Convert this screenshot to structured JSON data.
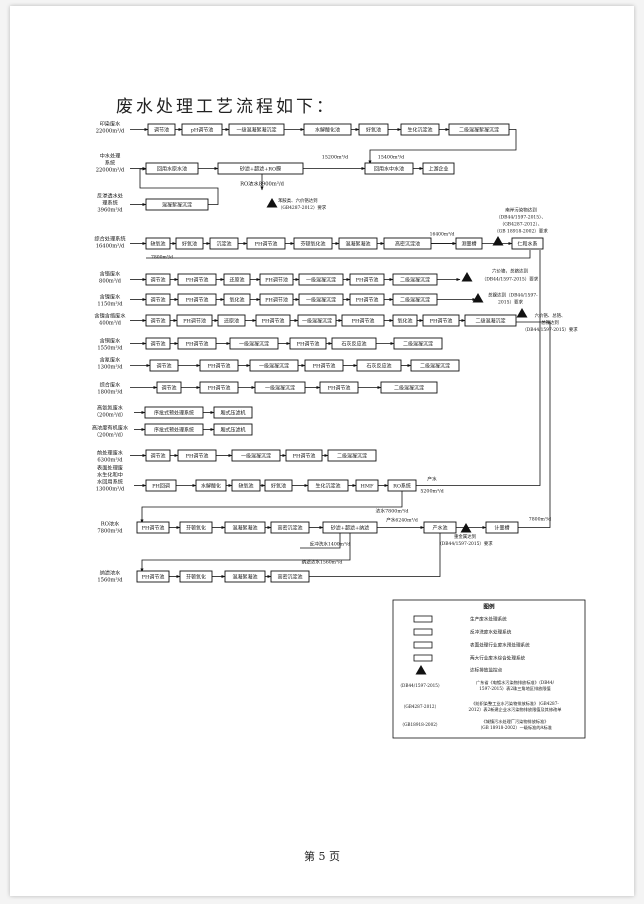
{
  "title": "废水处理工艺流程如下：",
  "footer": "第 5 页",
  "sources": [
    {
      "l1": "印染废水",
      "l2": "22000m³/d"
    },
    {
      "l1": "中水处理",
      "l2": "系统",
      "l3": "22000m³/d"
    },
    {
      "l1": "反渗透水处",
      "l2": "理系统",
      "l3": "3960m³/d"
    },
    {
      "l1": "综合处理系统",
      "l2": "16400m³/d"
    },
    {
      "l1": "含铬废水",
      "l2": "800m³/d"
    },
    {
      "l1": "含镍废水",
      "l2": "1150m³/d"
    },
    {
      "l1": "含镍含络废水",
      "l2": "400m³/d"
    },
    {
      "l1": "含铜废水",
      "l2": "1550m³/d"
    },
    {
      "l1": "含氰废水",
      "l2": "1300m³/d"
    },
    {
      "l1": "综合废水",
      "l2": "1800m³/d"
    },
    {
      "l1": "高氨氮废水",
      "l2": "（200m³/d）"
    },
    {
      "l1": "高浓度有机废水",
      "l2": "（200m³/d）"
    },
    {
      "l1": "前处理废水",
      "l2": "6300m³/d"
    },
    {
      "l1": "表面处理废",
      "l2": "水生化和中",
      "l3": "水回用系统",
      "l4": "13000m³/d"
    },
    {
      "l1": "RO浓水",
      "l2": "7800m³/d"
    },
    {
      "l1": "纳滤浓水",
      "l2": "1560m³/d"
    }
  ],
  "rows": {
    "r1": [
      "调节池",
      "pH调节池",
      "一级混凝絮凝沉淀",
      "水解酸化池",
      "好氧池",
      "生化沉淀池",
      "二级混凝絮凝沉淀"
    ],
    "r2": [
      "回用水原水池",
      "砂滤+超滤+RO膜",
      "回用水中水池",
      "上游企业"
    ],
    "r3": [
      "混凝絮凝沉淀"
    ],
    "r4": [
      "缺氧池",
      "好氧池",
      "沉淀池",
      "PH调节池",
      "芬顿氧化池",
      "混凝絮凝池",
      "高密沉淀池",
      "测量槽",
      "仁和水系"
    ],
    "r5": [
      "调节池",
      "PH调节池",
      "还原池",
      "PH调节池",
      "一级混凝沉淀",
      "PH调节池",
      "二级混凝沉淀"
    ],
    "r6": [
      "调节池",
      "PH调节池",
      "氧化池",
      "PH调节池",
      "一级混凝沉淀",
      "PH调节池",
      "二级混凝沉淀"
    ],
    "r7": [
      "调节池",
      "PH调节池",
      "还原池",
      "PH调节池",
      "一级混凝沉淀",
      "PH调节池",
      "氧化池",
      "PH调节池",
      "二级混凝沉淀"
    ],
    "r8": [
      "调节池",
      "PH调节池",
      "一级混凝沉淀",
      "PH调节池",
      "石灰反应池",
      "二级混凝沉淀"
    ],
    "r9": [
      "调节池",
      "PH调节池",
      "一级混凝沉淀",
      "PH调节池",
      "石灰反应池",
      "二级混凝沉淀"
    ],
    "r10": [
      "调节池",
      "PH调节池",
      "一级混凝沉淀",
      "PH调节池",
      "二级混凝沉淀"
    ],
    "r11": [
      "序批式预处理系统",
      "厢式压滤机"
    ],
    "r12": [
      "序批式预处理系统",
      "厢式压滤机"
    ],
    "r13": [
      "调节池",
      "PH调节池",
      "一级混凝沉淀",
      "PH调节池",
      "二级混凝沉淀"
    ],
    "r14": [
      "PH回调",
      "水解酸化",
      "缺氧池",
      "好氧池",
      "生化沉淀池",
      "HMF",
      "RO系统"
    ],
    "r15": [
      "PH调节池",
      "芬顿氧化",
      "混凝絮凝池",
      "高密沉淀池",
      "砂滤+超滤+纳滤",
      "产水池",
      "计量槽"
    ],
    "r16": [
      "PH调节池",
      "芬顿氧化",
      "混凝絮凝池",
      "高密沉淀池"
    ]
  },
  "labels": {
    "l15200": "15200m³/d",
    "l15400": "15400m³/d",
    "ro_conc": "RO浓水8900m³/d",
    "std1a": "苯胺类、六价铬达到",
    "std1b": "（GB4287-2012）要求",
    "std2a": "南岸污染物达到",
    "std2b": "（DB44/1597-2015）、",
    "std2c": "（GB4287-2012）、",
    "std2d": "（GB 18918-2002）要求",
    "l16400": "16400m³/d",
    "l7800": "7800m³/d",
    "std3a": "六价铬，总铬达到",
    "std3b": "（DB44/1597-2015）要求",
    "std4a": "总镍达到（DB44/1597-",
    "std4b": "2015）要求",
    "std5a": "六价铬、总铬、",
    "std5b": "总镍达到",
    "std5c": "（DB44/1597-2015）要求",
    "produce": "产水",
    "l5200": "5200m³/d",
    "conc7800": "浓水7800m³/d",
    "l6240": "产水6240m³/d",
    "l7800b": "7800m³/d",
    "std6a": "重金属达到",
    "std6b": "（DB44/1597-2015）要求",
    "backwash": "反冲洗水1400m³/d",
    "nf_conc": "纳滤浓水1560m³/d"
  },
  "legend": {
    "title": "图例",
    "items": [
      "生产废水处理系统",
      "反冲洗废水处理系统",
      "表面处理行业废水预处理系统",
      "两大行业废水综合处理系统",
      "达标排放监控点"
    ],
    "standards": [
      {
        "code": "（DB44/1597-2015）",
        "desc1": "广东省《电镀水污染物排放标准》（DB44/",
        "desc2": "1597-2015）表2珠三角地区排放限值"
      },
      {
        "code": "（GB4287-2012）",
        "desc1": "《纺织染整工业水污染物排放标准》（GB4287-",
        "desc2": "2012）表2新建企业水污染物排放限值及其修改单"
      },
      {
        "code": "（GB18918-2002）",
        "desc1": "《城镇污水处理厂污染物排放标准》",
        "desc2": "（GB 18918-2002）一级标准的A标准"
      }
    ]
  }
}
